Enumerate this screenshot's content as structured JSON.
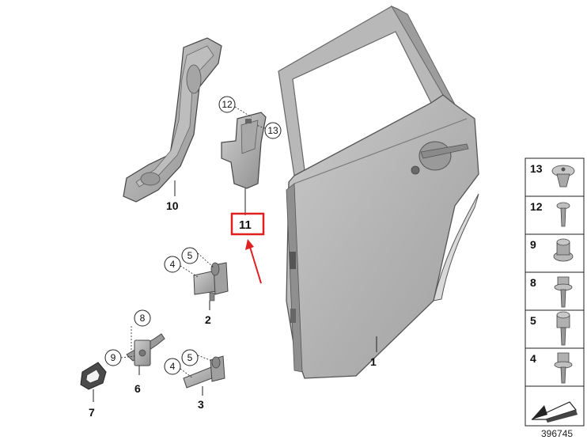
{
  "diagram": {
    "image_number": "396745",
    "callouts": {
      "part_1": "1",
      "part_2": "2",
      "part_3": "3",
      "part_6": "6",
      "part_7": "7",
      "part_10": "10",
      "part_11": "11",
      "circle_4_upper": "4",
      "circle_5_upper": "5",
      "circle_4_lower": "4",
      "circle_5_lower": "5",
      "circle_8": "8",
      "circle_9": "9",
      "circle_12": "12",
      "circle_13": "13"
    },
    "side_panel": {
      "items": [
        "13",
        "12",
        "9",
        "8",
        "5",
        "4"
      ]
    },
    "highlight": {
      "part": "11",
      "color": "#e02020"
    }
  }
}
